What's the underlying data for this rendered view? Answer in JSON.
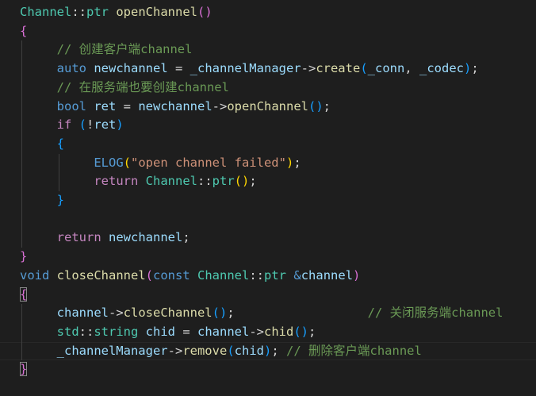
{
  "theme": {
    "background": "#1e1e1e",
    "default": "#d4d4d4",
    "type": "#4ec9b0",
    "function": "#dcdcaa",
    "keyword": "#569cd6",
    "control": "#c586c0",
    "variable": "#9cdcfe",
    "comment": "#6a9955",
    "string": "#ce9178",
    "bracket1": "#ffd700",
    "bracket2": "#da70d6",
    "bracket3": "#179fff"
  },
  "lines": [
    {
      "indent": 0,
      "tokens": [
        [
          "Channel",
          "type"
        ],
        [
          "::",
          "default"
        ],
        [
          "ptr",
          "type"
        ],
        [
          " ",
          "default"
        ],
        [
          "openChannel",
          "function"
        ],
        [
          "()",
          "bracket2"
        ]
      ]
    },
    {
      "indent": 0,
      "tokens": [
        [
          "{",
          "bracket2"
        ]
      ]
    },
    {
      "indent": 1,
      "tokens": [
        [
          "// 创建客户端channel",
          "comment"
        ]
      ]
    },
    {
      "indent": 1,
      "tokens": [
        [
          "auto",
          "keyword"
        ],
        [
          " ",
          "default"
        ],
        [
          "newchannel",
          "variable"
        ],
        [
          " = ",
          "default"
        ],
        [
          "_channelManager",
          "variable"
        ],
        [
          "->",
          "default"
        ],
        [
          "create",
          "function"
        ],
        [
          "(",
          "bracket3"
        ],
        [
          "_conn",
          "variable"
        ],
        [
          ", ",
          "default"
        ],
        [
          "_codec",
          "variable"
        ],
        [
          ")",
          "bracket3"
        ],
        [
          ";",
          "default"
        ]
      ]
    },
    {
      "indent": 1,
      "tokens": [
        [
          "// 在服务端也要创建channel",
          "comment"
        ]
      ]
    },
    {
      "indent": 1,
      "tokens": [
        [
          "bool",
          "keyword"
        ],
        [
          " ",
          "default"
        ],
        [
          "ret",
          "variable"
        ],
        [
          " = ",
          "default"
        ],
        [
          "newchannel",
          "variable"
        ],
        [
          "->",
          "default"
        ],
        [
          "openChannel",
          "function"
        ],
        [
          "()",
          "bracket3"
        ],
        [
          ";",
          "default"
        ]
      ]
    },
    {
      "indent": 1,
      "tokens": [
        [
          "if",
          "control"
        ],
        [
          " ",
          "default"
        ],
        [
          "(",
          "bracket3"
        ],
        [
          "!",
          "default"
        ],
        [
          "ret",
          "variable"
        ],
        [
          ")",
          "bracket3"
        ]
      ]
    },
    {
      "indent": 1,
      "tokens": [
        [
          "{",
          "bracket3"
        ]
      ]
    },
    {
      "indent": 2,
      "tokens": [
        [
          "ELOG",
          "keyword"
        ],
        [
          "(",
          "bracket1"
        ],
        [
          "\"open channel failed\"",
          "string"
        ],
        [
          ")",
          "bracket1"
        ],
        [
          ";",
          "default"
        ]
      ]
    },
    {
      "indent": 2,
      "tokens": [
        [
          "return",
          "control"
        ],
        [
          " ",
          "default"
        ],
        [
          "Channel",
          "type"
        ],
        [
          "::",
          "default"
        ],
        [
          "ptr",
          "type"
        ],
        [
          "()",
          "bracket1"
        ],
        [
          ";",
          "default"
        ]
      ]
    },
    {
      "indent": 1,
      "tokens": [
        [
          "}",
          "bracket3"
        ]
      ]
    },
    {
      "indent": 0,
      "tokens": []
    },
    {
      "indent": 1,
      "tokens": [
        [
          "return",
          "control"
        ],
        [
          " ",
          "default"
        ],
        [
          "newchannel",
          "variable"
        ],
        [
          ";",
          "default"
        ]
      ]
    },
    {
      "indent": 0,
      "tokens": [
        [
          "}",
          "bracket2"
        ]
      ]
    },
    {
      "indent": 0,
      "tokens": [
        [
          "void",
          "keyword"
        ],
        [
          " ",
          "default"
        ],
        [
          "closeChannel",
          "function"
        ],
        [
          "(",
          "bracket2"
        ],
        [
          "const",
          "keyword"
        ],
        [
          " ",
          "default"
        ],
        [
          "Channel",
          "type"
        ],
        [
          "::",
          "default"
        ],
        [
          "ptr",
          "type"
        ],
        [
          " ",
          "default"
        ],
        [
          "&",
          "keyword"
        ],
        [
          "channel",
          "variable"
        ],
        [
          ")",
          "bracket2"
        ]
      ]
    },
    {
      "indent": 0,
      "tokens": [
        [
          "{",
          "bracket2"
        ]
      ]
    },
    {
      "indent": 1,
      "tokens": [
        [
          "channel",
          "variable"
        ],
        [
          "->",
          "default"
        ],
        [
          "closeChannel",
          "function"
        ],
        [
          "()",
          "bracket3"
        ],
        [
          ";",
          "default"
        ],
        [
          "                  ",
          "default"
        ],
        [
          "// 关闭服务端channel",
          "comment"
        ]
      ]
    },
    {
      "indent": 1,
      "tokens": [
        [
          "std",
          "type"
        ],
        [
          "::",
          "default"
        ],
        [
          "string",
          "type"
        ],
        [
          " ",
          "default"
        ],
        [
          "chid",
          "variable"
        ],
        [
          " = ",
          "default"
        ],
        [
          "channel",
          "variable"
        ],
        [
          "->",
          "default"
        ],
        [
          "chid",
          "function"
        ],
        [
          "()",
          "bracket3"
        ],
        [
          ";",
          "default"
        ]
      ]
    },
    {
      "indent": 1,
      "tokens": [
        [
          "_channelManager",
          "variable"
        ],
        [
          "->",
          "default"
        ],
        [
          "remove",
          "function"
        ],
        [
          "(",
          "bracket3"
        ],
        [
          "chid",
          "variable"
        ],
        [
          ")",
          "bracket3"
        ],
        [
          ";",
          "default"
        ],
        [
          " ",
          "default"
        ],
        [
          "// 删除客户端channel",
          "comment"
        ]
      ]
    },
    {
      "indent": 0,
      "tokens": [
        [
          "}",
          "bracket2"
        ]
      ]
    }
  ]
}
